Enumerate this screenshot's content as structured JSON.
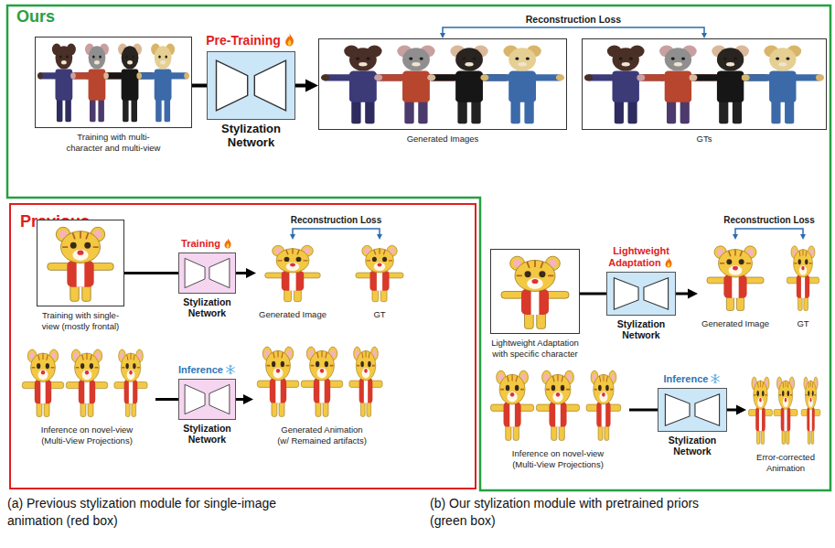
{
  "diagram": {
    "nodes": [
      {
        "text": [
          "Ours"
        ]
      },
      {
        "text": [
          "Training with multi-character and multi-view"
        ],
        "in": 0
      },
      {
        "text": [
          "Pre-Training",
          "Stylization Network"
        ],
        "in": 0
      },
      {
        "text": [
          "Generated Images"
        ],
        "in": 0
      },
      {
        "text": [
          "GTs"
        ],
        "in": 0
      },
      {
        "text": [
          "Previous"
        ]
      },
      {
        "text": [
          "Training with single-view (mostly frontal)"
        ],
        "in": 5
      },
      {
        "text": [
          "Training",
          "Stylization Network"
        ],
        "in": 5
      },
      {
        "text": [
          "Generated Image"
        ],
        "in": 5
      },
      {
        "text": [
          "GT"
        ],
        "in": 5
      },
      {
        "text": [
          "Inference on novel-view (Multi-View Projections)"
        ],
        "in": 5
      },
      {
        "text": [
          "Inference",
          "Stylization Network"
        ],
        "in": 5
      },
      {
        "text": [
          "Generated Animation (w/ Remained artifacts)"
        ],
        "in": 5
      },
      {
        "text": [
          "Lightweight Adaptation with specific character"
        ],
        "in": 0
      },
      {
        "text": [
          "Lightweight Adaptation",
          "Stylization Network"
        ],
        "in": 0
      },
      {
        "text": [
          "Generated Image"
        ],
        "in": 0
      },
      {
        "text": [
          "GT"
        ],
        "in": 0
      },
      {
        "text": [
          "Inference on novel-view (Multi-View Projections)"
        ],
        "in": 0
      },
      {
        "text": [
          "Inference",
          "Stylization Network"
        ],
        "in": 0
      },
      {
        "text": [
          "Error-corrected Animation"
        ],
        "in": 0
      }
    ],
    "edges": [
      {
        "from": 1,
        "to": 2,
        "arrow": "none"
      },
      {
        "from": 2,
        "to": 3,
        "arrow": "to"
      },
      {
        "from": 3,
        "to": 4,
        "label": "Reconstruction Loss",
        "arrow": "both"
      },
      {
        "from": 6,
        "to": 7,
        "arrow": "none"
      },
      {
        "from": 7,
        "to": 8,
        "arrow": "to"
      },
      {
        "from": 8,
        "to": 9,
        "label": "Reconstruction Loss",
        "arrow": "both"
      },
      {
        "from": 10,
        "to": 11,
        "arrow": "none"
      },
      {
        "from": 11,
        "to": 12,
        "arrow": "to"
      },
      {
        "from": 13,
        "to": 14,
        "arrow": "none"
      },
      {
        "from": 14,
        "to": 15,
        "arrow": "to"
      },
      {
        "from": 15,
        "to": 16,
        "label": "Reconstruction Loss",
        "arrow": "both"
      },
      {
        "from": 17,
        "to": 18,
        "arrow": "none"
      },
      {
        "from": 18,
        "to": 19,
        "arrow": "to"
      }
    ],
    "labels": [
      "(a) Previous stylization module for single-image animation (red box)",
      "(b) Our stylization module with pretrained priors (green box)"
    ]
  }
}
